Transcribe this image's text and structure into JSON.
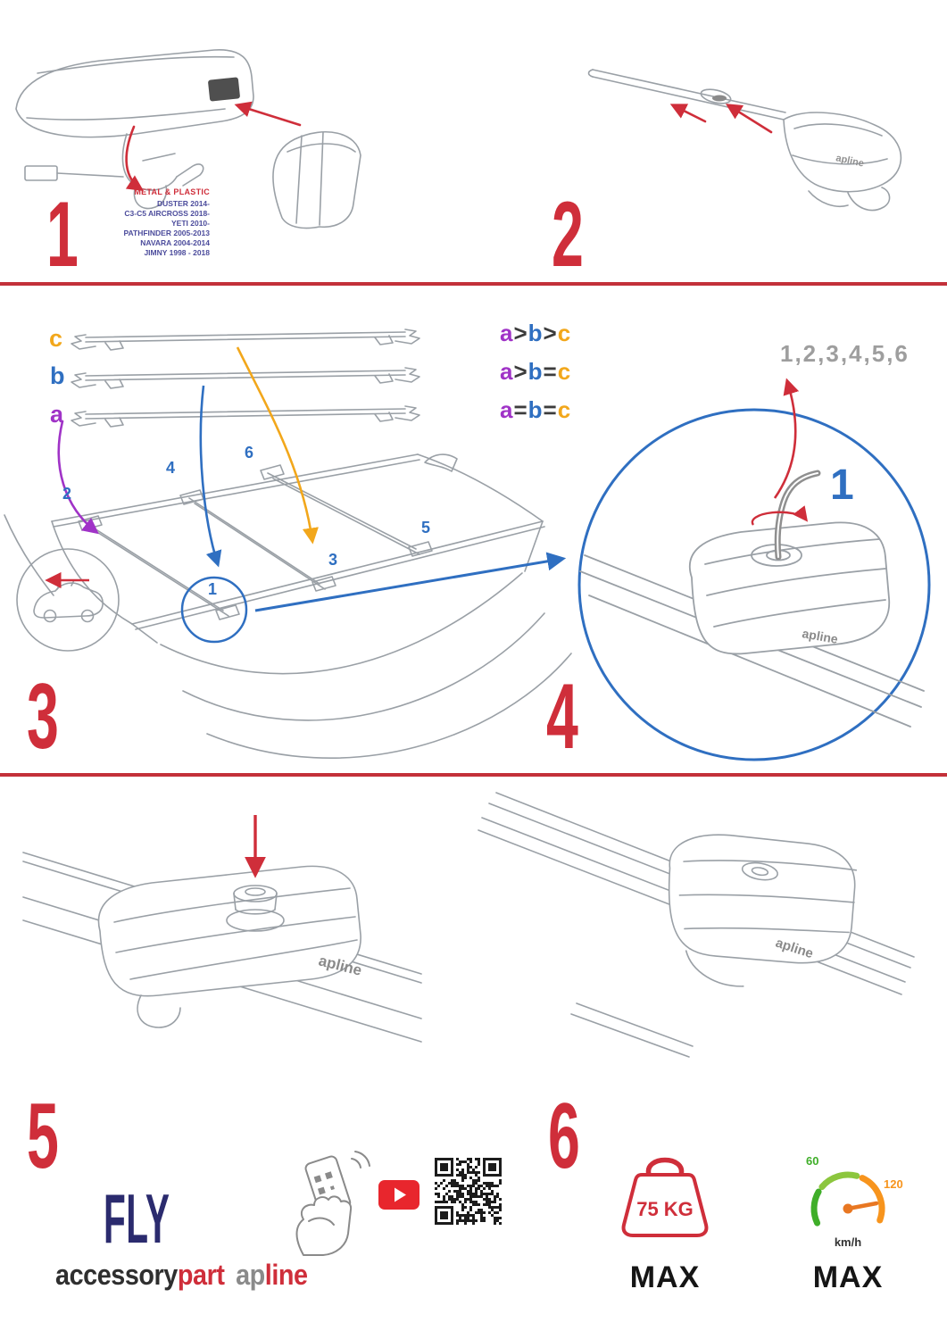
{
  "colors": {
    "accent_red": "#cf2e3a",
    "accent_blue": "#2f6fc1",
    "accent_purple": "#a033c7",
    "accent_orange": "#f2a71b",
    "brand_navy": "#2b2b6e",
    "sketch_gray": "#9aa0a6"
  },
  "step1": {
    "number": "1",
    "material_note": "METAL & PLASTIC",
    "models": [
      "DUSTER 2014-",
      "C3-C5 AIRCROSS 2018-",
      "YETI 2010-",
      "PATHFINDER 2005-2013",
      "NAVARA 2004-2014",
      "JIMNY 1998 - 2018"
    ]
  },
  "step2": {
    "number": "2"
  },
  "step3": {
    "number": "3",
    "bar_labels": {
      "a": "a",
      "b": "b",
      "c": "c"
    },
    "legend": [
      {
        "a": "a",
        "op1": ">",
        "b": "b",
        "op2": ">",
        "c": "c"
      },
      {
        "a": "a",
        "op1": ">",
        "b": "b",
        "op2": "=",
        "c": "c"
      },
      {
        "a": "a",
        "op1": "=",
        "b": "b",
        "op2": "=",
        "c": "c"
      }
    ],
    "position_numbers": [
      "1",
      "2",
      "3",
      "4",
      "5",
      "6"
    ]
  },
  "step4": {
    "number": "4",
    "sequence": "1,2,3,4,5,6",
    "highlight": "1"
  },
  "step5": {
    "number": "5"
  },
  "step6": {
    "number": "6"
  },
  "product_logo": "apline",
  "branding": {
    "product_name": "FLY",
    "brand_black": "accessory",
    "brand_red": "part",
    "logo_gray": "ap",
    "logo_red": "line"
  },
  "limits": {
    "weight_value": "75 KG",
    "weight_max_label": "MAX",
    "speed_low": "60",
    "speed_high": "120",
    "speed_unit": "km/h",
    "speed_max_label": "MAX"
  }
}
